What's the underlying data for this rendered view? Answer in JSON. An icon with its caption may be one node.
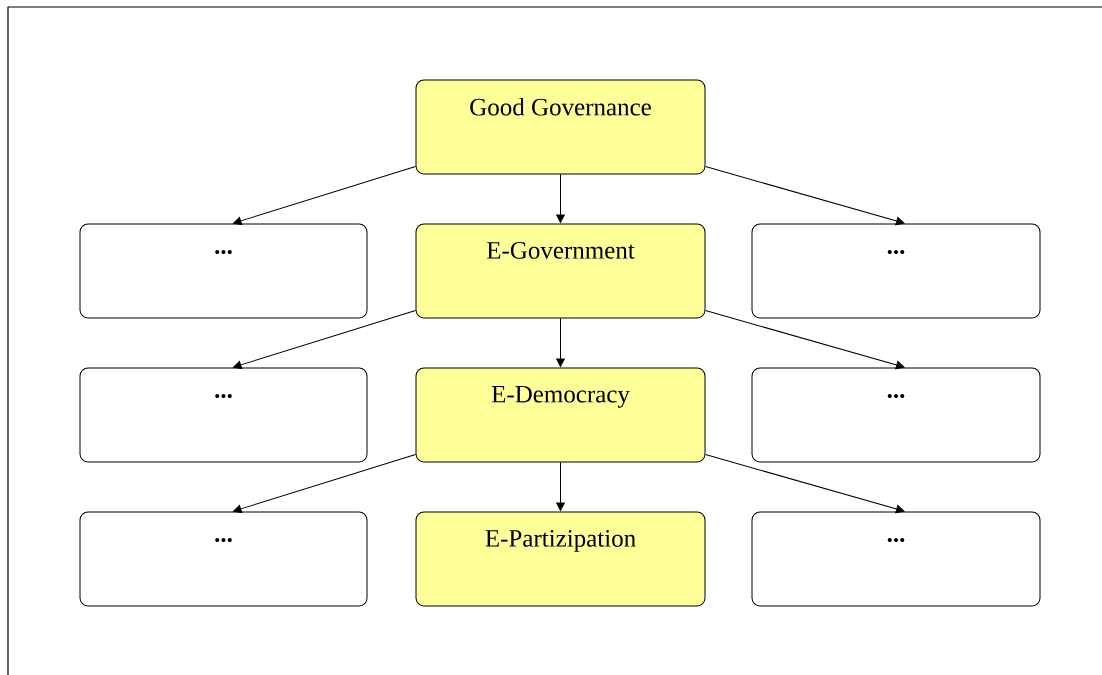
{
  "diagram": {
    "nodes": [
      {
        "text": [
          "Good Governance"
        ]
      },
      {
        "text": [
          "..."
        ]
      },
      {
        "text": [
          "E-Government"
        ]
      },
      {
        "text": [
          "..."
        ]
      },
      {
        "text": [
          "..."
        ]
      },
      {
        "text": [
          "E-Democracy"
        ]
      },
      {
        "text": [
          "..."
        ]
      },
      {
        "text": [
          "..."
        ]
      },
      {
        "text": [
          "E-Partizipation"
        ]
      },
      {
        "text": [
          "..."
        ]
      }
    ],
    "edges": [
      {
        "from": 0,
        "to": 1,
        "arrow": "to"
      },
      {
        "from": 0,
        "to": 2,
        "arrow": "to"
      },
      {
        "from": 0,
        "to": 3,
        "arrow": "to"
      },
      {
        "from": 2,
        "to": 4,
        "arrow": "to"
      },
      {
        "from": 2,
        "to": 5,
        "arrow": "to"
      },
      {
        "from": 2,
        "to": 6,
        "arrow": "to"
      },
      {
        "from": 5,
        "to": 7,
        "arrow": "to"
      },
      {
        "from": 5,
        "to": 8,
        "arrow": "to"
      },
      {
        "from": 5,
        "to": 9,
        "arrow": "to"
      }
    ]
  }
}
